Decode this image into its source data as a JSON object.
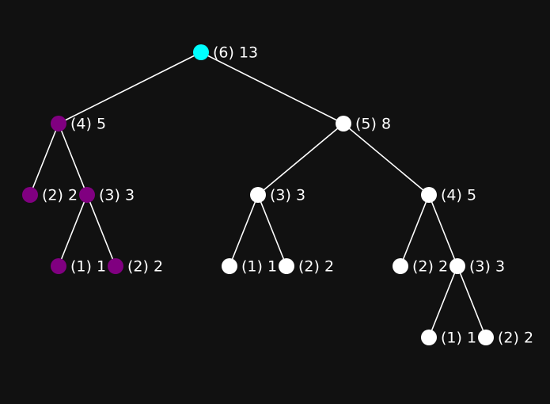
{
  "colors": {
    "background": "#111111",
    "edge": "#ffffff",
    "root": "#00ffff",
    "visited": "#800080",
    "default": "#ffffff",
    "label": "#ffffff"
  },
  "tree": {
    "nodes": [
      {
        "id": "n1",
        "label": "(6) 13",
        "state": "root"
      },
      {
        "id": "n2",
        "label": "(4) 5",
        "state": "visited"
      },
      {
        "id": "n3",
        "label": "(5) 8",
        "state": "default"
      },
      {
        "id": "n4",
        "label": "(2) 2",
        "state": "visited"
      },
      {
        "id": "n5",
        "label": "(3) 3",
        "state": "visited"
      },
      {
        "id": "n6",
        "label": "(3) 3",
        "state": "default"
      },
      {
        "id": "n7",
        "label": "(4) 5",
        "state": "default"
      },
      {
        "id": "n8",
        "label": "(1) 1",
        "state": "visited"
      },
      {
        "id": "n9",
        "label": "(2) 2",
        "state": "visited"
      },
      {
        "id": "n10",
        "label": "(1) 1",
        "state": "default"
      },
      {
        "id": "n11",
        "label": "(2) 2",
        "state": "default"
      },
      {
        "id": "n12",
        "label": "(2) 2",
        "state": "default"
      },
      {
        "id": "n13",
        "label": "(3) 3",
        "state": "default"
      },
      {
        "id": "n14",
        "label": "(1) 1",
        "state": "default"
      },
      {
        "id": "n15",
        "label": "(2) 2",
        "state": "default"
      }
    ],
    "edges": [
      [
        "n1",
        "n2"
      ],
      [
        "n1",
        "n3"
      ],
      [
        "n2",
        "n4"
      ],
      [
        "n2",
        "n5"
      ],
      [
        "n5",
        "n8"
      ],
      [
        "n5",
        "n9"
      ],
      [
        "n3",
        "n6"
      ],
      [
        "n3",
        "n7"
      ],
      [
        "n6",
        "n10"
      ],
      [
        "n6",
        "n11"
      ],
      [
        "n7",
        "n12"
      ],
      [
        "n7",
        "n13"
      ],
      [
        "n13",
        "n14"
      ],
      [
        "n13",
        "n15"
      ]
    ]
  }
}
